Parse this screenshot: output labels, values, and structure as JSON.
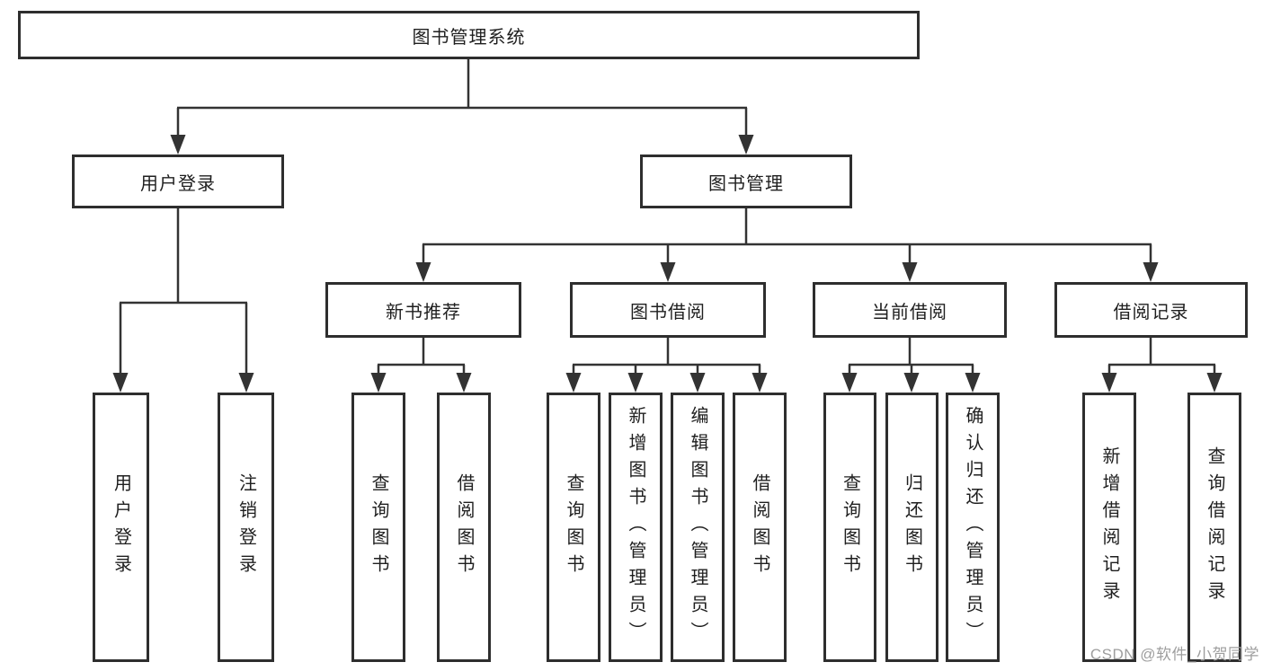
{
  "tree": {
    "root": {
      "label": "图书管理系统",
      "children": [
        {
          "label": "用户登录",
          "children": [
            {
              "label": "用户登录"
            },
            {
              "label": "注销登录"
            }
          ]
        },
        {
          "label": "图书管理",
          "children": [
            {
              "label": "新书推荐",
              "children": [
                {
                  "label": "查询图书"
                },
                {
                  "label": "借阅图书"
                }
              ]
            },
            {
              "label": "图书借阅",
              "children": [
                {
                  "label": "查询图书"
                },
                {
                  "label": "新增图书（管理员）"
                },
                {
                  "label": "编辑图书（管理员）"
                },
                {
                  "label": "借阅图书"
                }
              ]
            },
            {
              "label": "当前借阅",
              "children": [
                {
                  "label": "查询图书"
                },
                {
                  "label": "归还图书"
                },
                {
                  "label": "确认归还（管理员）"
                }
              ]
            },
            {
              "label": "借阅记录",
              "children": [
                {
                  "label": "新增借阅记录"
                },
                {
                  "label": "查询借阅记录"
                }
              ]
            }
          ]
        }
      ]
    }
  },
  "watermark": "CSDN @软件_小贺同学",
  "colors": {
    "line": "#333333",
    "box_border": "#2e2e2e",
    "box_fill": "#ffffff",
    "text": "#1f1f1f",
    "watermark": "#9e9e9e"
  }
}
